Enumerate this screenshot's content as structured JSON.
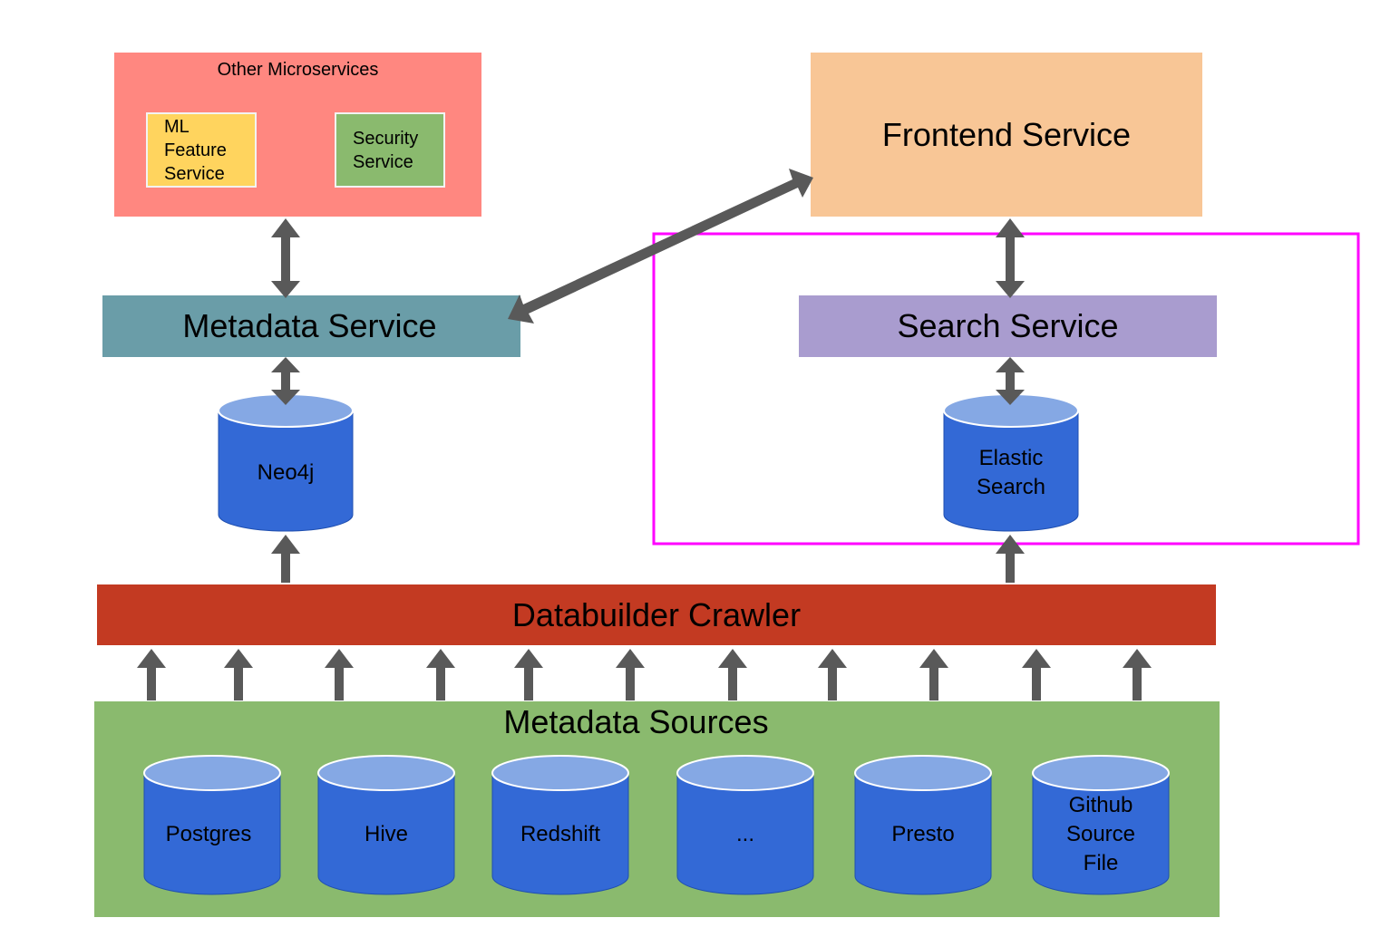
{
  "other_microservices": {
    "title": "Other Microservices",
    "ml_feature_service": "ML\nFeature\nService",
    "security_service": "Security\nService"
  },
  "frontend_service": "Frontend Service",
  "metadata_service": "Metadata Service",
  "search_service": "Search Service",
  "neo4j": "Neo4j",
  "elastic_search": "Elastic\nSearch",
  "databuilder_crawler": "Databuilder Crawler",
  "metadata_sources": {
    "title": "Metadata Sources",
    "items": [
      "Postgres",
      "Hive",
      "Redshift",
      "...",
      "Presto",
      "Github\nSource\nFile"
    ]
  },
  "colors": {
    "other_microservices_bg": "#ff8780",
    "ml_feature_bg": "#ffd45e",
    "security_bg": "#8aba6e",
    "frontend_bg": "#f8c696",
    "metadata_service_bg": "#6a9da8",
    "search_service_bg": "#a99ccf",
    "crawler_bg": "#c33a22",
    "sources_bg": "#8aba6e",
    "cylinder_body": "#3369d6",
    "cylinder_top": "#85a8e4",
    "arrow": "#595959",
    "highlight": "#ff00ff"
  }
}
